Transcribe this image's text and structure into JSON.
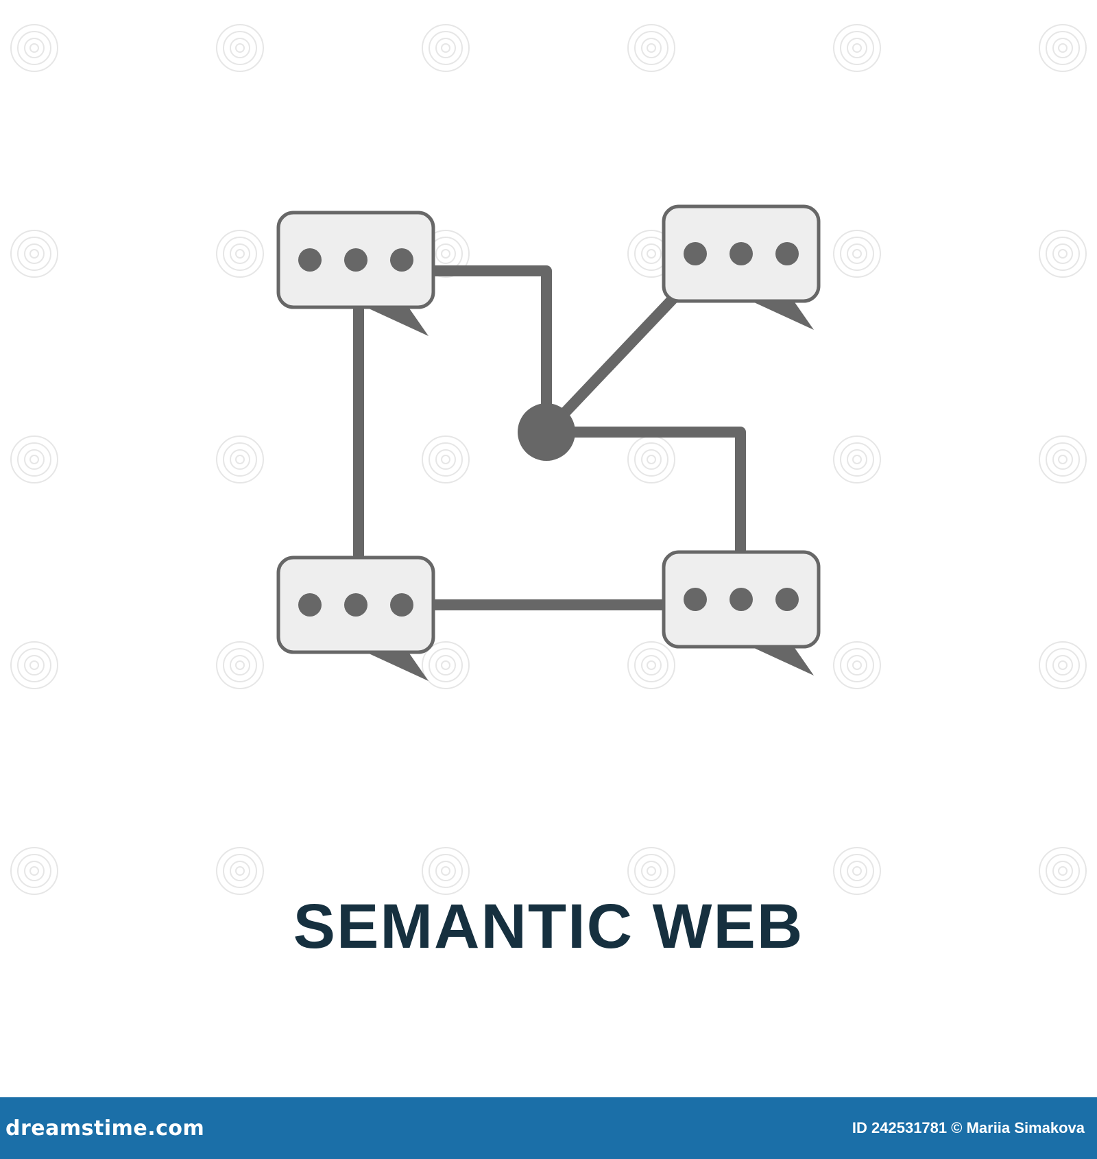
{
  "caption": {
    "text": "SEMANTIC WEB",
    "color": "#16303f"
  },
  "icon": {
    "name": "semantic-web-icon",
    "line_color": "#676767",
    "bubble_fill": "#eeeeee",
    "bubble_stroke": "#676767",
    "bubbles": [
      {
        "name": "top-left"
      },
      {
        "name": "top-right"
      },
      {
        "name": "bottom-left"
      },
      {
        "name": "bottom-right"
      }
    ]
  },
  "watermark": {
    "icon_name": "spiral-watermark-icon",
    "color": "#e6e6e6"
  },
  "footer": {
    "site": "dreamstime.com",
    "credit": "ID 242531781 © Mariia Simakova",
    "background": "#1b6fa8"
  }
}
